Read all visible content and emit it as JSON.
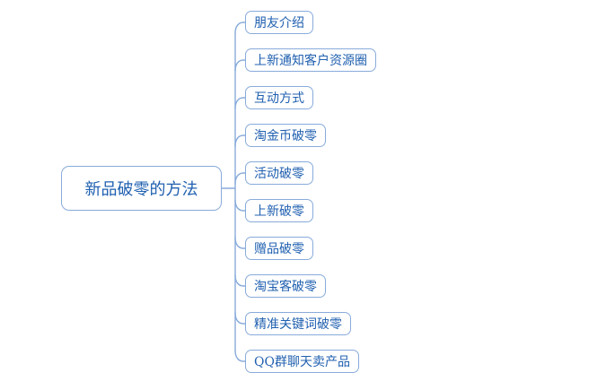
{
  "diagram": {
    "type": "mindmap",
    "root": {
      "label": "新品破零的方法"
    },
    "children": [
      {
        "label": "朋友介绍"
      },
      {
        "label": "上新通知客户资源圈"
      },
      {
        "label": "互动方式"
      },
      {
        "label": "淘金币破零"
      },
      {
        "label": "活动破零"
      },
      {
        "label": "上新破零"
      },
      {
        "label": "赠品破零"
      },
      {
        "label": "淘宝客破零"
      },
      {
        "label": "精准关键词破零"
      },
      {
        "label": "QQ群聊天卖产品"
      }
    ],
    "colors": {
      "line": "#88abdb",
      "node_border": "#88abdb",
      "text": "#2060b0",
      "background": "#ffffff"
    }
  }
}
